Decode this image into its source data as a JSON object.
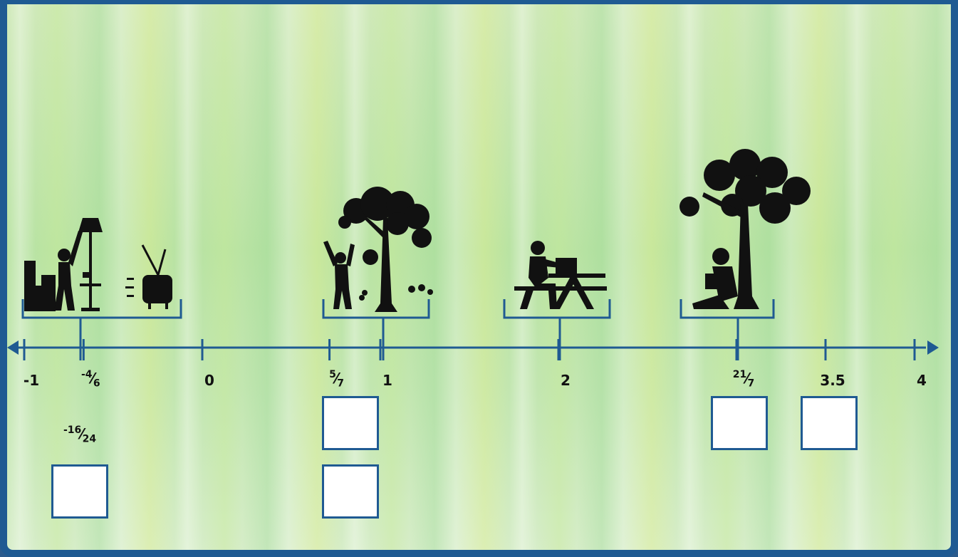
{
  "number_line": {
    "ticks": [
      {
        "value": -1,
        "label": "-1",
        "kind": "plain"
      },
      {
        "value": -0.6667,
        "num": "-4",
        "den": "6",
        "kind": "frac"
      },
      {
        "value": 0,
        "label": "0",
        "kind": "plain"
      },
      {
        "value": 0.7143,
        "num": "5",
        "den": "7",
        "kind": "frac"
      },
      {
        "value": 1,
        "label": "1",
        "kind": "plain"
      },
      {
        "value": 2,
        "label": "2",
        "kind": "plain"
      },
      {
        "value": 3,
        "num": "21",
        "den": "7",
        "kind": "frac"
      },
      {
        "value": 3.5,
        "label": "3.5",
        "kind": "plain"
      },
      {
        "value": 4,
        "label": "4",
        "kind": "plain"
      }
    ],
    "extra_label": {
      "num": "-16",
      "den": "24"
    }
  },
  "scenes": [
    {
      "name": "living-room-scene",
      "icon": "living-room-icon"
    },
    {
      "name": "apple-picking-scene",
      "icon": "apple-picking-icon"
    },
    {
      "name": "picnic-table-scene",
      "icon": "picnic-table-icon"
    },
    {
      "name": "reading-under-tree-scene",
      "icon": "reading-under-tree-icon"
    }
  ],
  "answer_boxes": [
    {
      "name": "answer-box-1",
      "value": ""
    },
    {
      "name": "answer-box-2",
      "value": ""
    },
    {
      "name": "answer-box-3",
      "value": ""
    },
    {
      "name": "answer-box-4",
      "value": ""
    },
    {
      "name": "answer-box-5",
      "value": ""
    }
  ],
  "colors": {
    "line": "#1f5a92",
    "silhouette": "#111111",
    "frame": "#1f5a92"
  }
}
